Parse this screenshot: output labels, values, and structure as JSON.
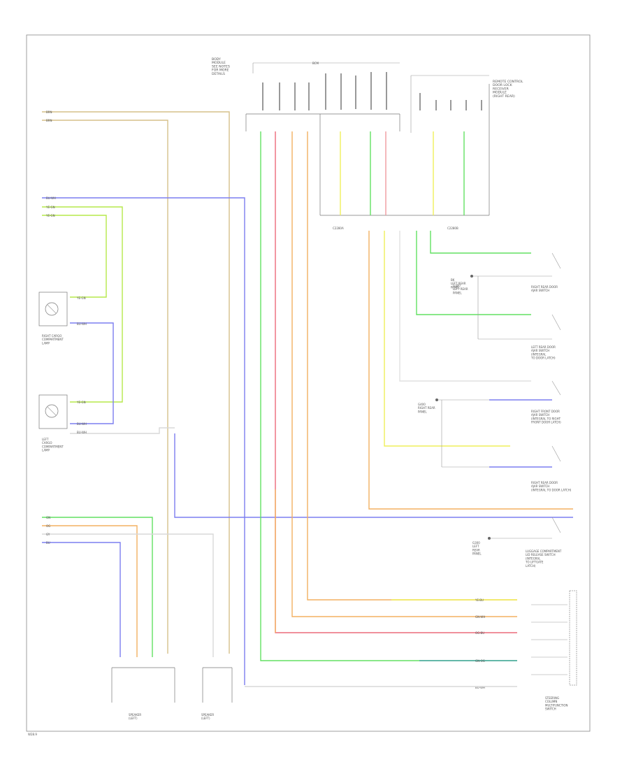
{
  "colors": {
    "brown": "#d6c08a",
    "blue": "#7c7ef0",
    "yellowgreen": "#b6e84a",
    "green": "#62e062",
    "red": "#ec6a7a",
    "orange": "#f3b061",
    "yellow": "#efef5a",
    "gray": "#cfcfcf",
    "teal": "#4aa6a6",
    "pink": "#f09aa0"
  },
  "labels": {
    "hdr_notes": "BODY\nMODULE\nSEE NOTES\nFOR MORE\nDETAILS",
    "hdr_bcm": "BCM",
    "hdr_module2": "REMOTE CONTROL\nDOOR LOCK\nRECEIVER\nMODULE\n(RIGHT REAR)",
    "conn_a": "C2280A",
    "conn_b": "C2280B",
    "w_brn1": "BRN",
    "w_brn2": "BRN",
    "w_bu1": "BU-WH",
    "w_yg1": "YE-GN",
    "w_yg2": "YE-GN",
    "sw_rc_lamp": "RIGHT CARGO\nCOMPARTMENT\nLAMP",
    "sw_lc_lamp": "LEFT\nCARGO\nCOMPARTMENT\nLAMP",
    "ye_gn_a": "YE-GN",
    "ye_gn_b": "YE-GN",
    "bu_wh_a": "BU-WH",
    "bu_wh_b": "BU-WH",
    "bu_wh_c": "BU-WH",
    "w_gn": "GN",
    "w_og": "OG",
    "w_gy": "GY",
    "w_bu": "BU",
    "spk_lf": "SPEAKER\n(LEFT)",
    "spk_rf": "SPEAKER\n(LEFT)",
    "ctrl_lb": "BK\nLEFT REAR\nPANEL",
    "sw_lf_door": "RIGHT REAR DOOR\nAJAR SWITCH",
    "sw_lr_door": "LEFT REAR DOOR\nAJAR SWITCH\n(INTEGRAL\nTO DOOR LATCH)",
    "sw_rf_door": "RIGHT FRONT DOOR\nAJAR SWITCH\n(INTEGRAL TO RIGHT\nFRONT DOOR LATCH)",
    "sw_rr_door": "RIGHT REAR DOOR\nAJAR SWITCH\n(INTEGRAL TO DOOR LATCH)",
    "sw_liftgate": "LUGGAGE COMPARTMENT\nLID RELEASE SWITCH\n(INTEGRAL\nTO LIFTGATE\nLATCH)",
    "sw_column": "STEERING\nCOLUMN\nMULTIFUNCTION\nSWITCH",
    "g_panel1": "G300\nLEFT REAR\nPANEL",
    "g_panel2": "G400\nRIGHT REAR\nPANEL",
    "g_panel3": "G300\nLEFT\nREAR\nPANEL",
    "bot_ye_bu": "YE-BU",
    "bot_gn_wh": "GN-WH",
    "bot_og_bu": "OG-BU",
    "bot_gn_og": "GN-OG",
    "bot_bu_wh": "BU-WH",
    "footer": "W28.9"
  }
}
